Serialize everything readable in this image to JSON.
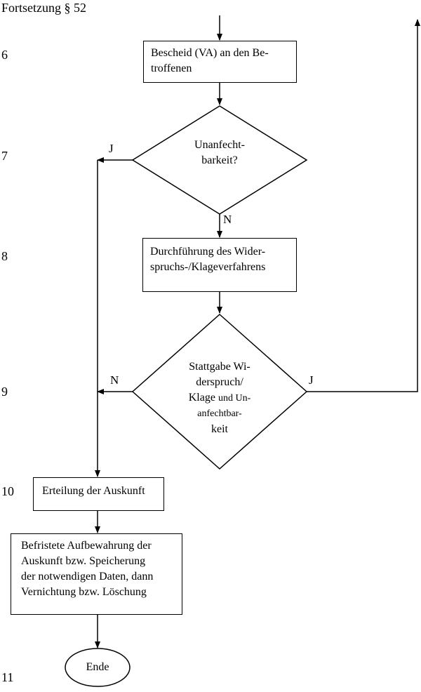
{
  "header": "Fortsetzung § 52",
  "steps": [
    "6",
    "7",
    "8",
    "9",
    "10",
    "11"
  ],
  "box_bescheid": [
    "Bescheid (VA) an den Be-",
    "troffenen"
  ],
  "decision_unanfechtbarkeit": [
    "Unanfecht-",
    "barkeit?"
  ],
  "box_widerspruch": [
    "Durchführung des Wider-",
    "spruchs-/Klageverfahrens"
  ],
  "decision_stattgabe": {
    "line1": "Stattgabe Wi-",
    "line2": "derspruch/",
    "line3a": "Klage ",
    "line3b": "und Un-",
    "line4": "anfechtbar-",
    "line5": "keit"
  },
  "box_auskunft": "Erteilung der Auskunft",
  "box_aufbewahrung": [
    "Befristete Aufbewahrung der",
    "Auskunft bzw. Speicherung",
    "der notwendigen Daten, dann",
    "Vernichtung bzw. Löschung"
  ],
  "terminal_ende": "Ende",
  "labels": {
    "d1_yes": "J",
    "d1_no": "N",
    "d2_no": "N",
    "d2_yes": "J"
  }
}
